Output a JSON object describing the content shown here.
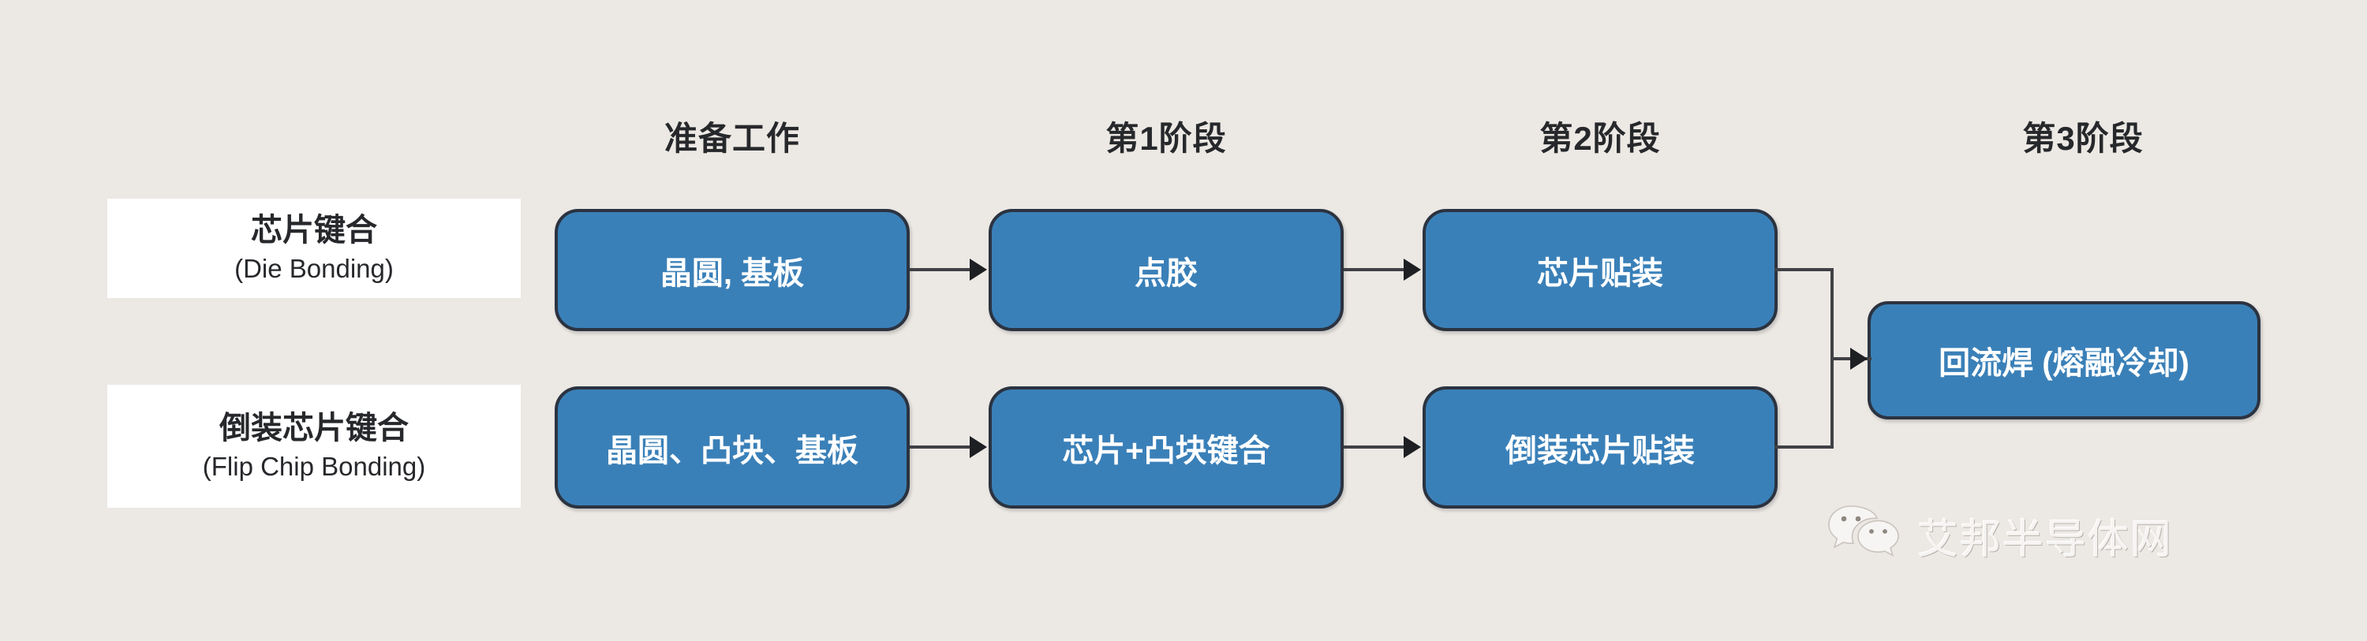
{
  "diagram": {
    "title_present": false,
    "background_color": "#ece8e4",
    "node_fill_color": "#3a80b8",
    "node_border_color": "#2b3340",
    "node_text_color": "#ffffff",
    "connector_color": "#3f4145",
    "label_card_color": "#ffffff",
    "header_text_color": "#26282b"
  },
  "headers": [
    {
      "label": "准备工作"
    },
    {
      "label": "第1阶段"
    },
    {
      "label": "第2阶段"
    },
    {
      "label": "第3阶段"
    }
  ],
  "rows": [
    {
      "cn": "芯片键合",
      "en": "(Die Bonding)",
      "nodes": [
        {
          "label": "晶圆, 基板"
        },
        {
          "label": "点胶"
        },
        {
          "label": "芯片贴装"
        }
      ]
    },
    {
      "cn": "倒装芯片键合",
      "en": "(Flip Chip Bonding)",
      "nodes": [
        {
          "label": "晶圆、凸块、基板"
        },
        {
          "label": "芯片+凸块键合"
        },
        {
          "label": "倒装芯片贴装"
        }
      ]
    }
  ],
  "merge_node": {
    "label": "回流焊 (熔融冷却)"
  },
  "watermark": {
    "icon": "wechat-icon",
    "text": "艾邦半导体网"
  }
}
